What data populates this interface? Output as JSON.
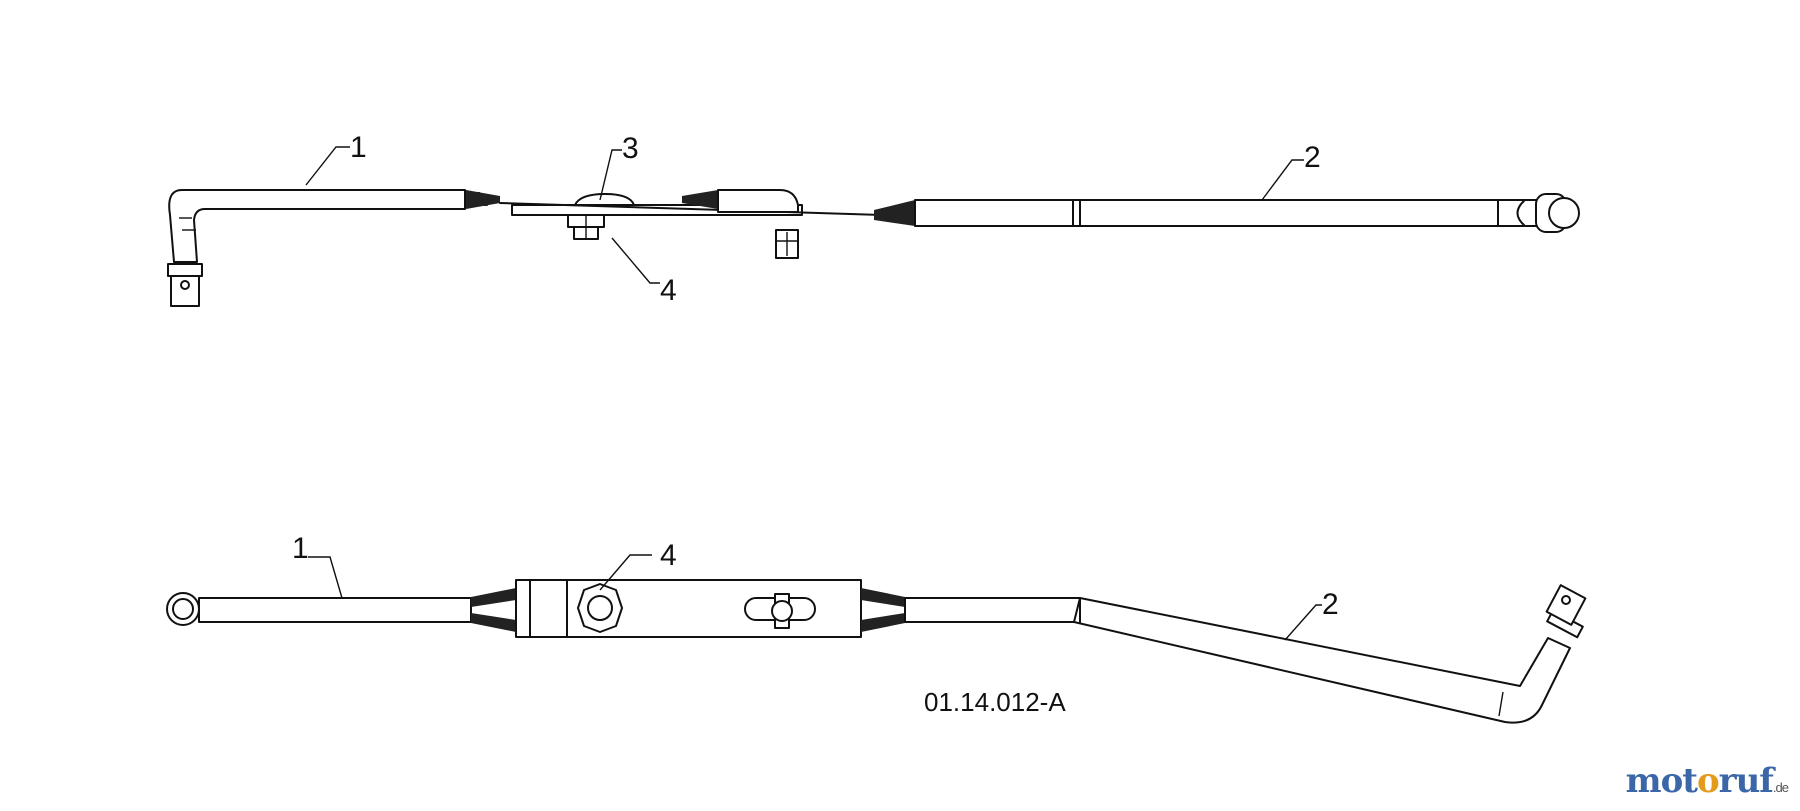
{
  "diagram": {
    "drawing_number": "01.14.012-A",
    "top_view": {
      "callouts": [
        {
          "id": "top-callout-1",
          "label": "1"
        },
        {
          "id": "top-callout-2",
          "label": "2"
        },
        {
          "id": "top-callout-3",
          "label": "3"
        },
        {
          "id": "top-callout-4",
          "label": "4"
        }
      ]
    },
    "bottom_view": {
      "callouts": [
        {
          "id": "bottom-callout-1",
          "label": "1"
        },
        {
          "id": "bottom-callout-2",
          "label": "2"
        },
        {
          "id": "bottom-callout-4",
          "label": "4"
        }
      ]
    }
  },
  "watermark": {
    "part1": "mot",
    "part2": "o",
    "part3": "ruf",
    "suffix": ".de",
    "colors": {
      "blue": "#3b67a8",
      "orange": "#e39b1b"
    }
  }
}
